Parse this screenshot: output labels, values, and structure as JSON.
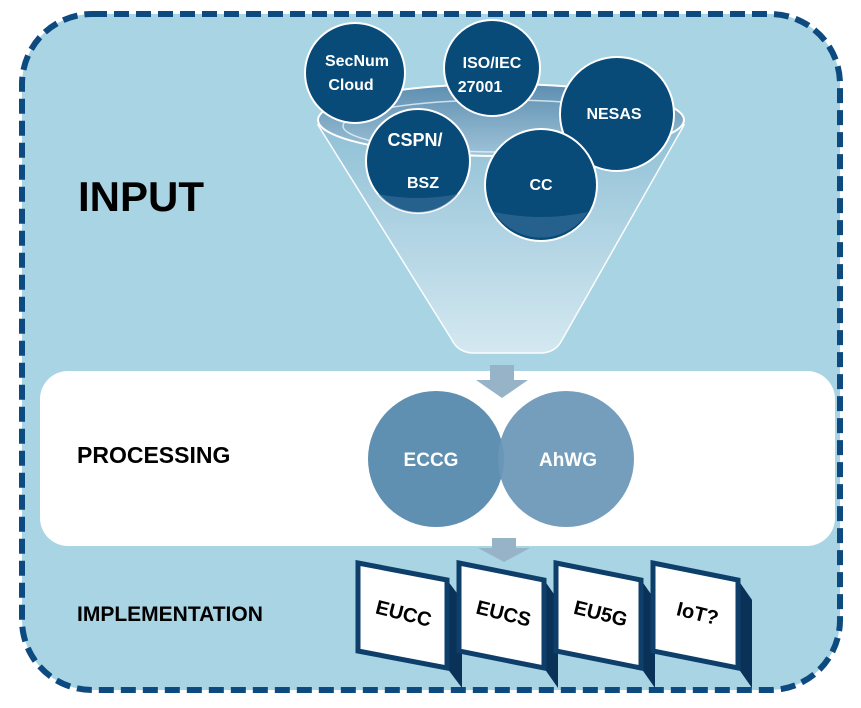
{
  "colors": {
    "panel_bg": "#a8d4e4",
    "panel_border": "#0d4a80",
    "dark_circle": "#084a78",
    "mid_circle": "#5f8fb1",
    "processing_bg": "#ffffff",
    "label_text": "#000000",
    "arrow": "#97b3c8"
  },
  "sections": {
    "input": "INPUT",
    "processing": "PROCESSING",
    "implementation": "IMPLEMENTATION"
  },
  "input_sources": {
    "secnum_line1": "SecNum",
    "secnum_line2": "Cloud",
    "iso_line1": "ISO/IEC",
    "iso_line2": "27001",
    "nesas": "NESAS",
    "cspn_line1": "CSPN/",
    "cspn_line2": "BSZ",
    "cc": "CC"
  },
  "processing_groups": {
    "eccg": "ECCG",
    "ahwg": "AhWG"
  },
  "schemes": {
    "eucc": "EUCC",
    "eucs": "EUCS",
    "eu5g": "EU5G",
    "iot": "IoT?"
  },
  "icons": [
    "funnel-icon",
    "down-arrow-icon",
    "screen-sign-icon"
  ]
}
